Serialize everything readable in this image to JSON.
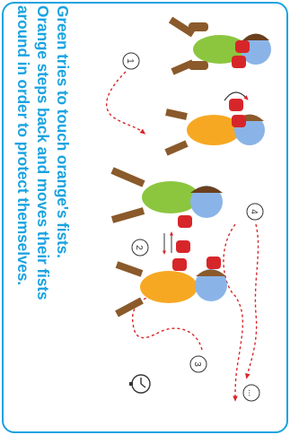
{
  "instructions": {
    "line1": "Green tries to touch orange's fists.",
    "line2": "Orange steps back and moves their fists",
    "line3": "around in order to protect themselves."
  },
  "step_markers": [
    "1",
    "2",
    "3",
    "4"
  ],
  "more_marker": "...",
  "icons": [
    "stopwatch-icon"
  ],
  "colors": {
    "accent": "#1aa3e0",
    "green_player": "#8cc63f",
    "orange_player": "#f7a823",
    "gloves": "#d7262a",
    "dashed_path": "#d7262a"
  }
}
